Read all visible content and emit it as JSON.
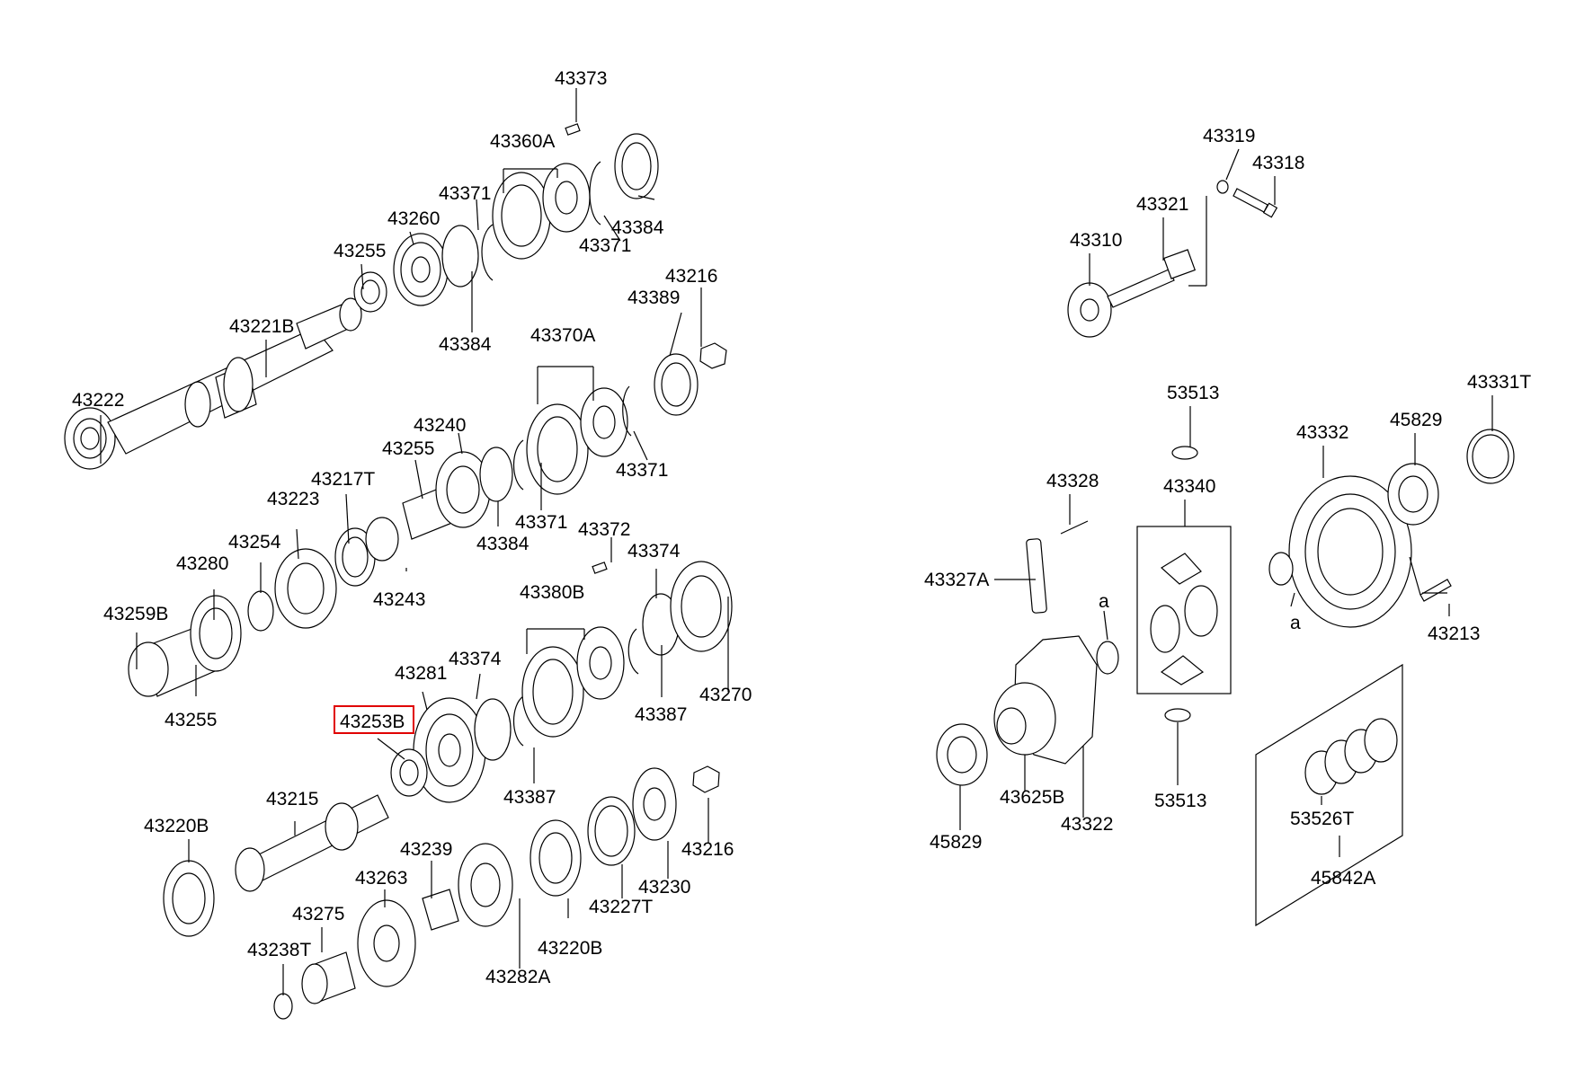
{
  "highlight_color": "#e00000",
  "highlighted_part": "43253B",
  "labels": {
    "p43373": "43373",
    "p43360A": "43360A",
    "p43371_a": "43371",
    "p43371_b": "43371",
    "p43384_a": "43384",
    "p43260": "43260",
    "p43255_a": "43255",
    "p43384_b": "43384",
    "p43221B": "43221B",
    "p43216_a": "43216",
    "p43389": "43389",
    "p43370A": "43370A",
    "p43222": "43222",
    "p43240": "43240",
    "p43255_b": "43255",
    "p43217T": "43217T",
    "p43371_c": "43371",
    "p43223": "43223",
    "p43371_d": "43371",
    "p43384_c": "43384",
    "p43372": "43372",
    "p43254": "43254",
    "p43280": "43280",
    "p43374_a": "43374",
    "p43243": "43243",
    "p43380B": "43380B",
    "p43259B": "43259B",
    "p43281": "43281",
    "p43374_b": "43374",
    "p43270": "43270",
    "p43387_a": "43387",
    "p43255_c": "43255",
    "p43253B": "43253B",
    "p43387_b": "43387",
    "p43215": "43215",
    "p43220B_a": "43220B",
    "p43216_b": "43216",
    "p43239": "43239",
    "p43263": "43263",
    "p43230": "43230",
    "p43227T": "43227T",
    "p43275": "43275",
    "p43220B_b": "43220B",
    "p43238T": "43238T",
    "p43282A": "43282A",
    "p43319": "43319",
    "p43318": "43318",
    "p43321": "43321",
    "p43310": "43310",
    "p53513_a": "53513",
    "p43331T": "43331T",
    "p43332": "43332",
    "p45829_a": "45829",
    "p43328": "43328",
    "p43340": "43340",
    "p43327A": "43327A",
    "ref_a1": "a",
    "ref_a2": "a",
    "p43213": "43213",
    "p43625B": "43625B",
    "p43322": "43322",
    "p53513_b": "53513",
    "p45829_b": "45829",
    "p53526T": "53526T",
    "p45842A": "45842A"
  }
}
